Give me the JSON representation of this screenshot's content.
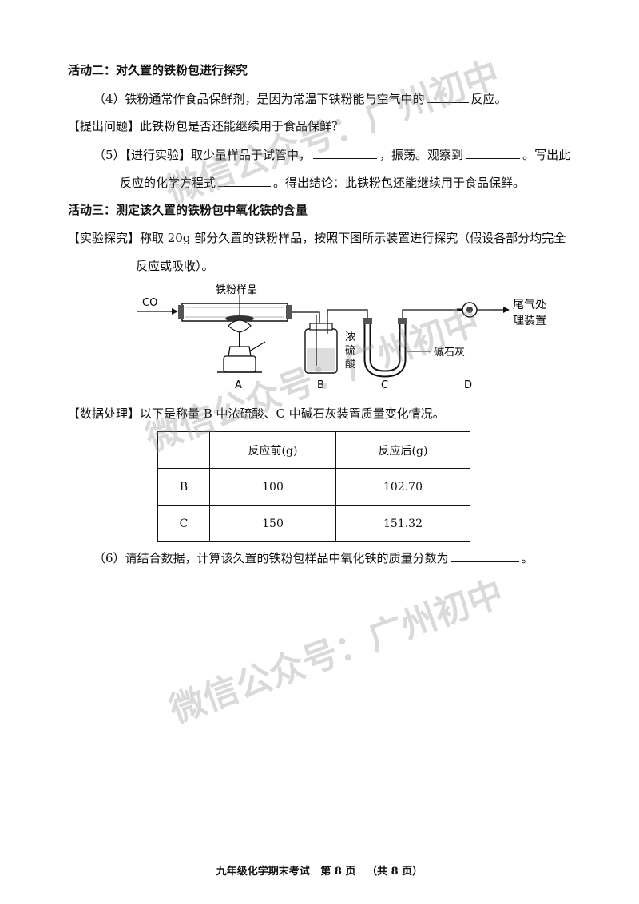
{
  "activity2": {
    "heading": "活动二：对久置的铁粉包进行探究"
  },
  "q4": {
    "before": "（4）铁粉通常作食品保鲜剂，是因为常温下铁粉能与空气中的",
    "after": "反应。"
  },
  "raise_question": "【提出问题】此铁粉包是否还能继续用于食品保鲜？",
  "q5": {
    "part1": "（5）【进行实验】取少量样品于试管中，",
    "part2": "，振荡。观察到",
    "part3": "。写出此",
    "line2_before": "反应的化学方程式",
    "line2_after": "。得出结论：此铁粉包还能继续用于食品保鲜。"
  },
  "activity3": {
    "heading": "活动三：测定该久置的铁粉包中氧化铁的含量"
  },
  "experiment": {
    "line1": "【实验探究】称取 20g 部分久置的铁粉样品，按照下图所示装置进行探究（假设各部分均完全",
    "line2": "反应或吸收）。"
  },
  "diagram": {
    "co_label": "CO",
    "sample_label": "铁粉样品",
    "acid_label_1": "浓",
    "acid_label_2": "硫",
    "acid_label_3": "酸",
    "soda_lime_label": "碱石灰",
    "tail_gas_1": "尾气处",
    "tail_gas_2": "理装置",
    "label_a": "A",
    "label_b": "B",
    "label_c": "C",
    "label_d": "D"
  },
  "data_processing": "【数据处理】以下是称量 B 中浓硫酸、C 中碱石灰装置质量变化情况。",
  "table": {
    "headers": [
      "",
      "反应前(g)",
      "反应后(g)"
    ],
    "rows": [
      [
        "B",
        "100",
        "102.70"
      ],
      [
        "C",
        "150",
        "151.32"
      ]
    ]
  },
  "q6": {
    "before": "（6）请结合数据，计算该久置的铁粉包样品中氧化铁的质量分数为",
    "after": "。"
  },
  "watermark": {
    "text": "微信公众号：广州初中"
  },
  "footer": {
    "exam": "九年级化学期末考试",
    "page": "第 8 页",
    "total": "（共 8 页）"
  }
}
